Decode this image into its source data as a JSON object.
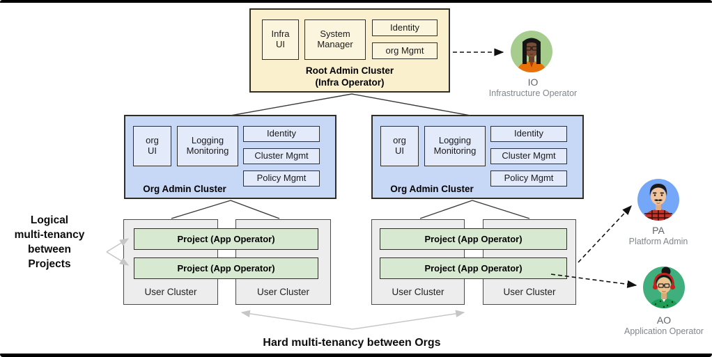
{
  "diagram": {
    "root_cluster": {
      "title": "Root Admin Cluster",
      "subtitle": "(Infra Operator)",
      "components": [
        "Infra\nUI",
        "System\nManager",
        "Identity",
        "org Mgmt"
      ]
    },
    "org_clusters": [
      {
        "title": "Org Admin Cluster",
        "components": [
          "org\nUI",
          "Logging\nMonitoring",
          "Identity",
          "Cluster Mgmt",
          "Policy Mgmt"
        ]
      },
      {
        "title": "Org Admin Cluster",
        "components": [
          "org\nUI",
          "Logging\nMonitoring",
          "Identity",
          "Cluster Mgmt",
          "Policy Mgmt"
        ]
      }
    ],
    "org_groups": [
      {
        "projects": [
          "Project (App Operator)",
          "Project (App Operator)"
        ],
        "user_clusters": [
          "User Cluster",
          "User Cluster"
        ]
      },
      {
        "projects": [
          "Project (App Operator)",
          "Project  (App Operator)"
        ],
        "user_clusters": [
          "User Cluster",
          "User Cluster"
        ]
      }
    ],
    "annotations": {
      "left": "Logical\nmulti-tenancy\nbetween\nProjects",
      "bottom": "Hard multi-tenancy between Orgs"
    },
    "personas": [
      {
        "abbr": "IO",
        "name": "Infrastructure Operator"
      },
      {
        "abbr": "PA",
        "name": "Platform Admin"
      },
      {
        "abbr": "AO",
        "name": "Application Operator"
      }
    ],
    "colors": {
      "root_cluster_fill": "#FBF0CE",
      "root_component_fill": "#FCF5DD",
      "org_cluster_fill": "#C7D8F6",
      "org_component_fill": "#E3EAFA",
      "user_cluster_fill": "#EDEDED",
      "project_fill": "#D8E9D1",
      "box_border": "#2e2d28",
      "gray_arrow": "#c6c6c6",
      "io_avatar_bg": "#A6CD8E",
      "pa_avatar_bg": "#74A7F8",
      "ao_avatar_bg": "#3FAF7D"
    }
  }
}
